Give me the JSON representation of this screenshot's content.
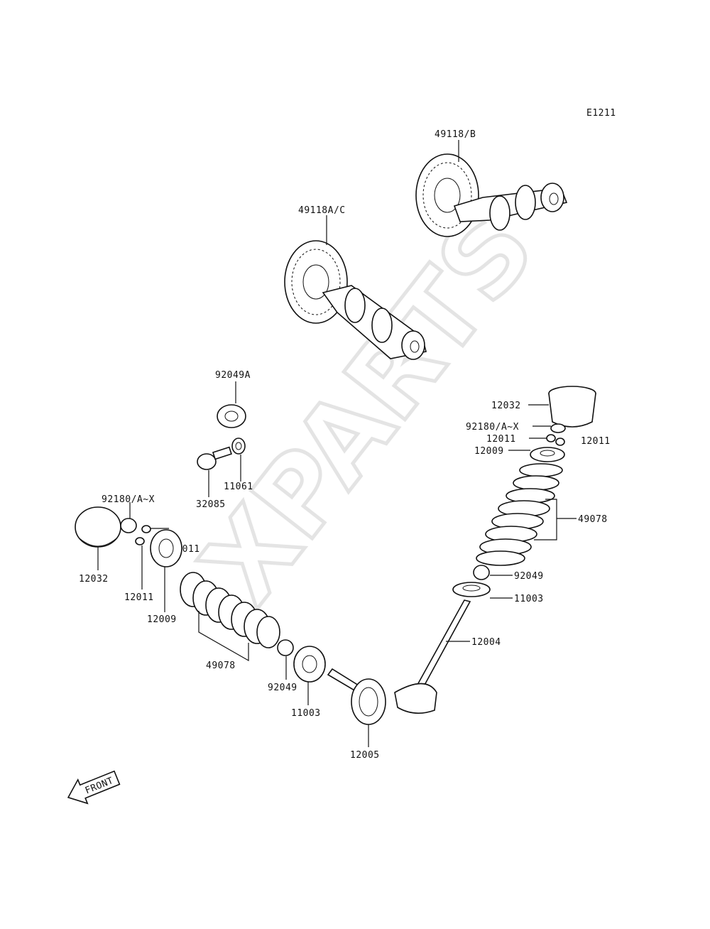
{
  "diagram_code": "E1211",
  "watermark": "XPARTS",
  "front_label": "FRONT",
  "labels": {
    "camshaft_b": "49118/B",
    "camshaft_ac": "49118A/C",
    "seal_92049a": "92049A",
    "bolt": "32085",
    "washer": "11061",
    "shim_left": "92180/A~X",
    "lifter_left": "12032",
    "cotter_left_a": "12011",
    "cotter_left_b": "12011",
    "retainer_left": "12009",
    "spring_left": "49078",
    "seal_left": "92049",
    "seat_left": "11003",
    "valve_exhaust": "12005",
    "lifter_right": "12032",
    "shim_right": "92180/A~X",
    "cotter_right_a": "12011",
    "cotter_right_b": "12011",
    "retainer_right": "12009",
    "spring_right": "49078",
    "seal_right": "92049",
    "seat_right": "11003",
    "valve_intake": "12004"
  }
}
